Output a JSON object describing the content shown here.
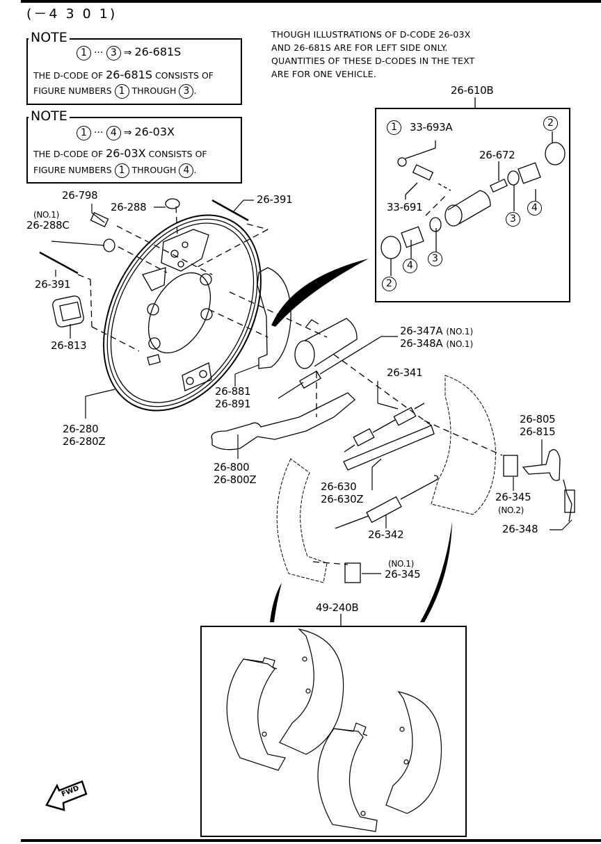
{
  "header": {
    "range_code": "(－4 3 0 1)"
  },
  "notes": [
    {
      "title": "NOTE",
      "range_from": "1",
      "range_to": "3",
      "arrow": "⇒",
      "dcode": "26-681S",
      "line2_prefix": "THE D-CODE OF",
      "line2_code": "26-681S",
      "line2_suffix": "CONSISTS OF",
      "line3_prefix": "FIGURE NUMBERS",
      "line3_from": "1",
      "line3_mid": "THROUGH",
      "line3_to": "3",
      "line3_end": "."
    },
    {
      "title": "NOTE",
      "range_from": "1",
      "range_to": "4",
      "arrow": "⇒",
      "dcode": "26-03X",
      "line2_prefix": "THE D-CODE OF",
      "line2_code": "26-03X",
      "line2_suffix": "CONSISTS OF",
      "line3_prefix": "FIGURE NUMBERS",
      "line3_from": "1",
      "line3_mid": "THROUGH",
      "line3_to": "4",
      "line3_end": "."
    }
  ],
  "disclaimer": [
    "THOUGH ILLUSTRATIONS OF D-CODE 26-03X",
    "AND 26-681S ARE FOR LEFT SIDE ONLY.",
    "QUANTITIES OF THESE D-CODES IN THE TEXT",
    "ARE FOR ONE VEHICLE."
  ],
  "wheel_cylinder_box": {
    "code": "26-610B",
    "parts": {
      "bleeder_cap": {
        "fig": "1",
        "code": "33-693A"
      },
      "bleeder_screw": "33-691",
      "spring": "26-672",
      "fig_2": "2",
      "fig_3": "3",
      "fig_4": "4"
    }
  },
  "parts": {
    "bolt": "26-798",
    "plug_no1_qual": "(NO.1)",
    "plug_no1": "26-288C",
    "plug": "26-288",
    "pin_top": "26-391",
    "pin_left": "26-391",
    "grommet": "26-813",
    "backing_plate_a": "26-280",
    "backing_plate_b": "26-280Z",
    "strut_a": "26-881",
    "strut_b": "26-891",
    "lever_a": "26-800",
    "lever_b": "26-800Z",
    "spring_a": "26-347A",
    "spring_a_qual": "(NO.1)",
    "spring_b": "26-348A",
    "spring_b_qual": "(NO.1)",
    "upper_spring": "26-341",
    "adjuster_a": "26-630",
    "adjuster_b": "26-630Z",
    "lower_spring": "26-342",
    "clip_no1_qual": "(NO.1)",
    "clip_no1": "26-345",
    "clip_no2": "26-345",
    "clip_no2_qual": "(NO.2)",
    "adj_lever_a": "26-805",
    "adj_lever_b": "26-815",
    "adj_spring": "26-348"
  },
  "shoe_box": {
    "code": "49-240B"
  },
  "fwd_badge": "FWD"
}
